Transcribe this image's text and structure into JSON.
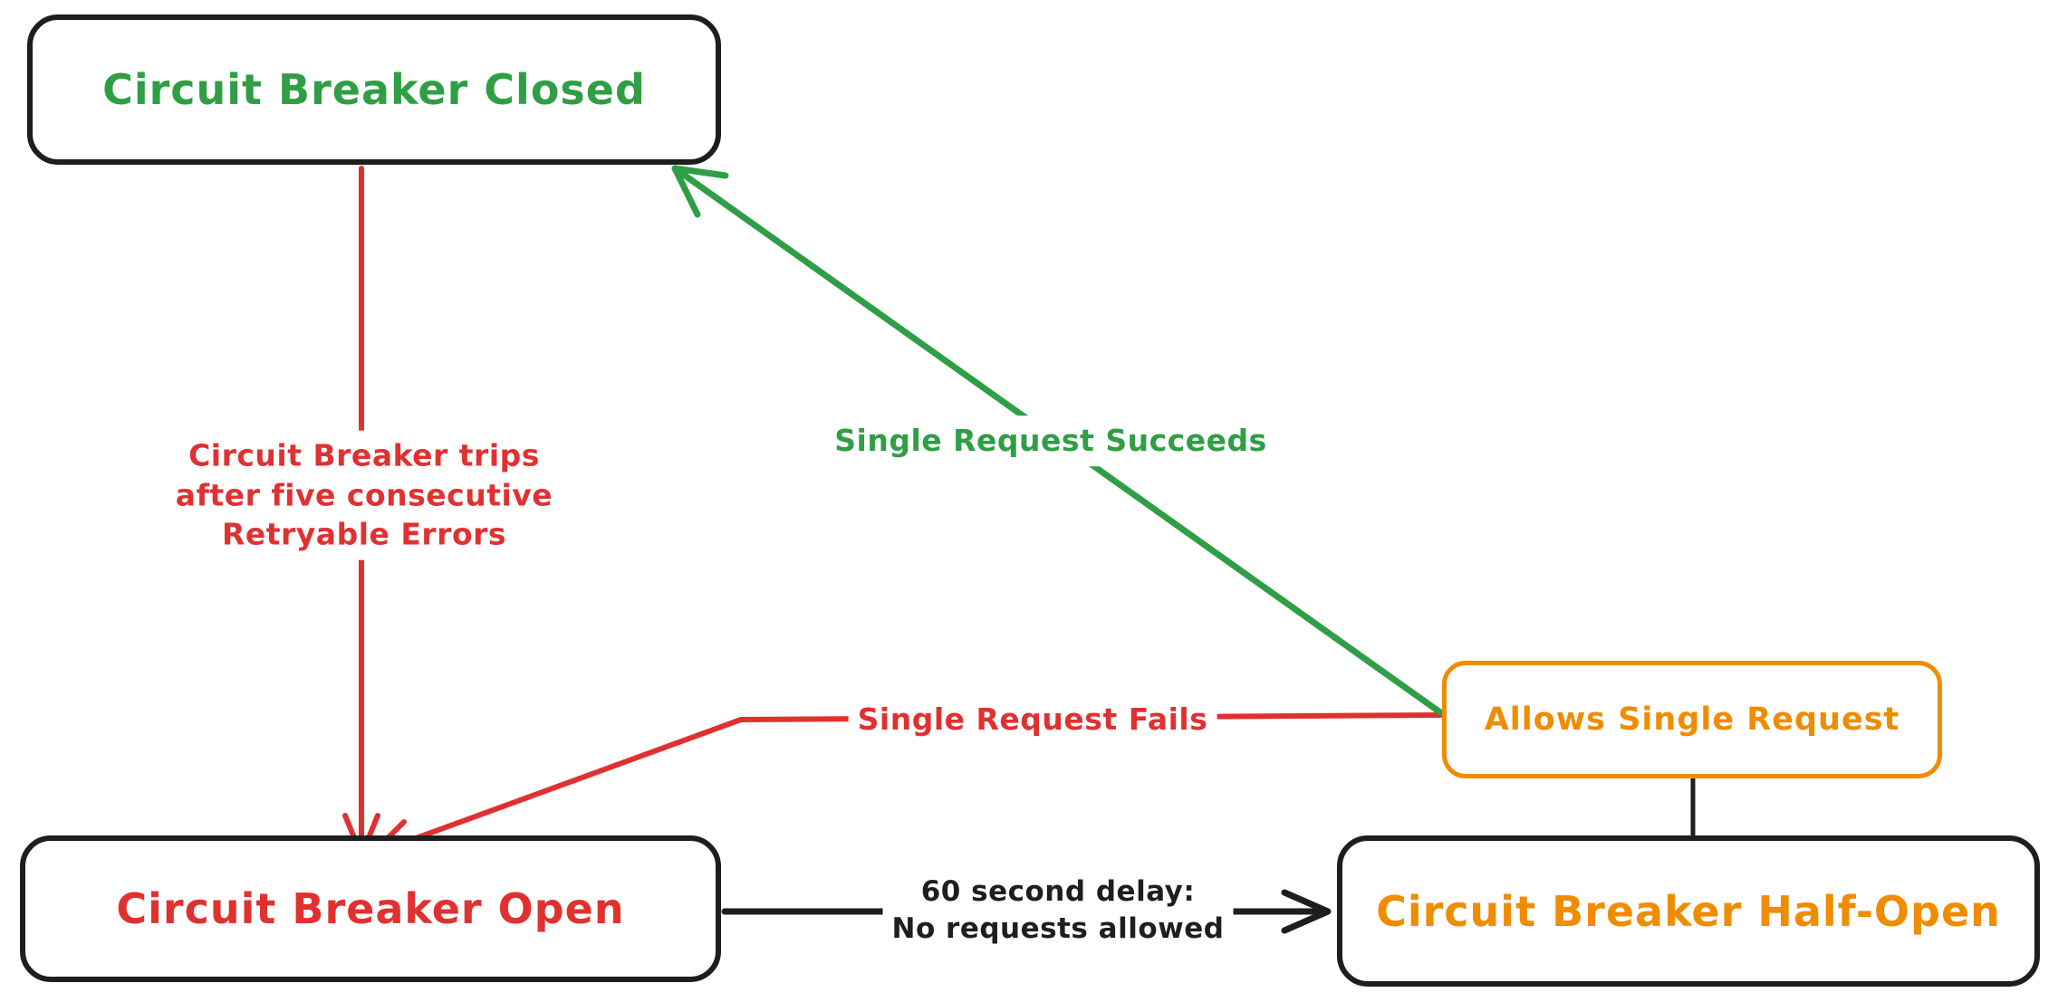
{
  "colors": {
    "green": "#2f9e44",
    "red": "#e03131",
    "orange": "#f08c00",
    "black": "#1e1e1e",
    "background": "#ffffff"
  },
  "nodes": {
    "closed": {
      "label": "Circuit Breaker Closed"
    },
    "open": {
      "label": "Circuit Breaker Open"
    },
    "half_open": {
      "label": "Circuit Breaker Half-Open"
    },
    "allows": {
      "label": "Allows Single Request"
    }
  },
  "edges": {
    "trip": {
      "from": "closed",
      "to": "open",
      "lines": [
        "Circuit Breaker trips",
        "after five consecutive",
        "Retryable Errors"
      ]
    },
    "succeeds": {
      "from": "allows",
      "to": "closed",
      "label": "Single Request Succeeds"
    },
    "fails": {
      "from": "allows",
      "to": "open",
      "label": "Single Request Fails"
    },
    "delay": {
      "from": "open",
      "to": "half_open",
      "lines": [
        "60 second delay:",
        "No requests allowed"
      ]
    },
    "connector": {
      "from": "half_open",
      "to": "allows",
      "label": ""
    }
  }
}
